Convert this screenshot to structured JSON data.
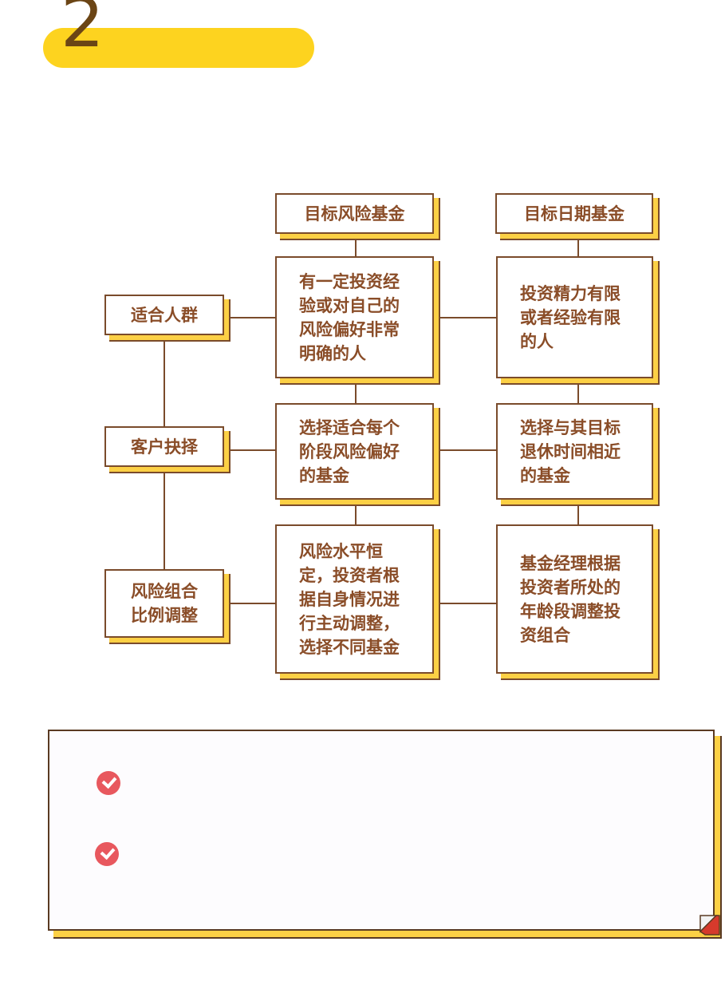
{
  "header": {
    "section_number": "2"
  },
  "columns": {
    "target_risk": "目标风险基金",
    "target_date": "目标日期基金"
  },
  "rows": [
    {
      "label": "适合人群",
      "target_risk": "有一定投资经验或对自己的风险偏好非常明确的人",
      "target_date": "投资精力有限或者经验有限的人"
    },
    {
      "label": "客户抉择",
      "target_risk": "选择适合每个阶段风险偏好的基金",
      "target_date": "选择与其目标退休时间相近的基金"
    },
    {
      "label_line1": "风险组合",
      "label_line2": "比例调整",
      "target_risk": "风险水平恒定，投资者根据自身情况进行主动调整，选择不同基金",
      "target_date": "基金经理根据投资者所处的年龄段调整投资组合"
    }
  ],
  "note": {
    "items": [
      "",
      ""
    ]
  },
  "colors": {
    "accent_yellow": "#fdd31f",
    "shadow_yellow": "#fcd045",
    "border_brown": "#7a4b2b",
    "text_brown": "#8a4d28",
    "number_brown": "#6b4515",
    "check_red": "#e8585e",
    "fold_red": "#d63a2c"
  },
  "icons": {
    "check": "check-circle-icon",
    "fold": "page-fold-icon"
  }
}
